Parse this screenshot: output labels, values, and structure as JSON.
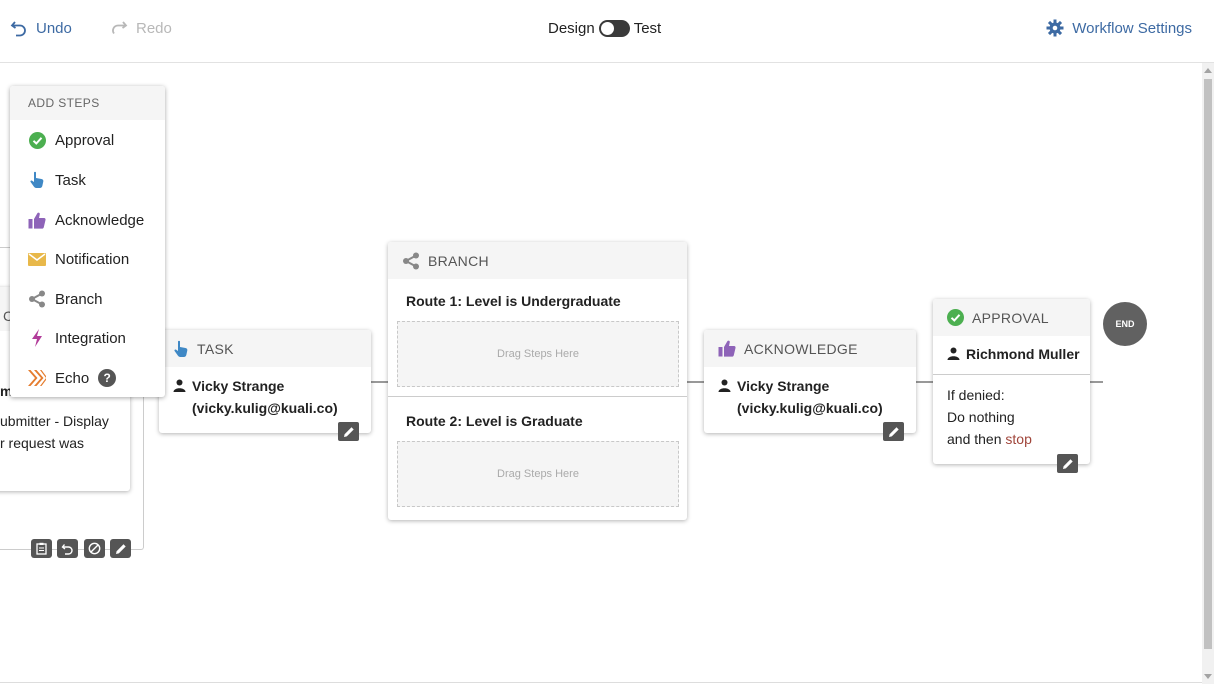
{
  "toolbar": {
    "undo_label": "Undo",
    "redo_label": "Redo",
    "mode_design": "Design",
    "mode_test": "Test",
    "settings_label": "Workflow Settings"
  },
  "add_steps": {
    "header": "ADD STEPS",
    "items": [
      {
        "label": "Approval",
        "icon": "check-circle-icon",
        "color": "#4caf50"
      },
      {
        "label": "Task",
        "icon": "pointer-hand-icon",
        "color": "#3f88c5"
      },
      {
        "label": "Acknowledge",
        "icon": "thumbs-up-icon",
        "color": "#8e63b8"
      },
      {
        "label": "Notification",
        "icon": "envelope-icon",
        "color": "#e8b84a"
      },
      {
        "label": "Branch",
        "icon": "share-icon",
        "color": "#888888"
      },
      {
        "label": "Integration",
        "icon": "bolt-icon",
        "color": "#b23c9a"
      },
      {
        "label": "Echo",
        "icon": "echo-icon",
        "color": "#e57c2e"
      }
    ]
  },
  "left_card": {
    "head_fragment": "C",
    "bold_fragment": "m",
    "text_line1": "ubmitter - Display",
    "text_line2": "r request was"
  },
  "task_card": {
    "header": "TASK",
    "assignee_line1": "Vicky Strange",
    "assignee_line2": "(vicky.kulig@kuali.co)"
  },
  "branch_card": {
    "header": "BRANCH",
    "routes": [
      {
        "title": "Route 1: Level is Undergraduate",
        "drop_text": "Drag Steps Here"
      },
      {
        "title": "Route 2: Level is Graduate",
        "drop_text": "Drag Steps Here"
      }
    ]
  },
  "acknowledge_card": {
    "header": "ACKNOWLEDGE",
    "assignee_line1": "Vicky Strange",
    "assignee_line2": "(vicky.kulig@kuali.co)"
  },
  "approval_card": {
    "header": "APPROVAL",
    "assignee": "Richmond Muller",
    "denied_label": "If denied:",
    "denied_action": "Do nothing",
    "then_prefix": "and then",
    "then_action": "stop"
  },
  "end_node": {
    "label": "END"
  },
  "colors": {
    "accent": "#3d6aa3",
    "disabled": "#b8b8b8",
    "stop": "#a0453a",
    "dark_button": "#555555"
  }
}
